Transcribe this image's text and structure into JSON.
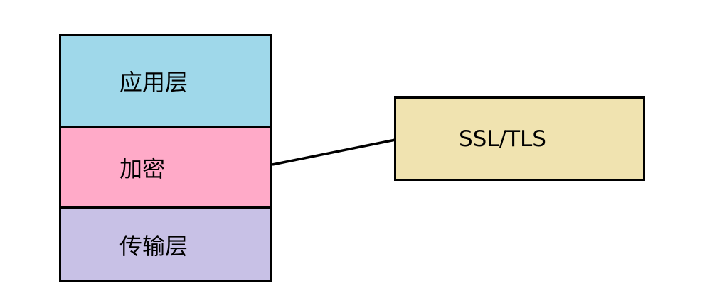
{
  "layers": [
    {
      "label": "应用层",
      "color": "#9fd8ea"
    },
    {
      "label": "加密",
      "color": "#ffaac8"
    },
    {
      "label": "传输层",
      "color": "#c8c1e6"
    }
  ],
  "protocol_box": {
    "label": "SSL/TLS",
    "color": "#f0e3b0"
  }
}
